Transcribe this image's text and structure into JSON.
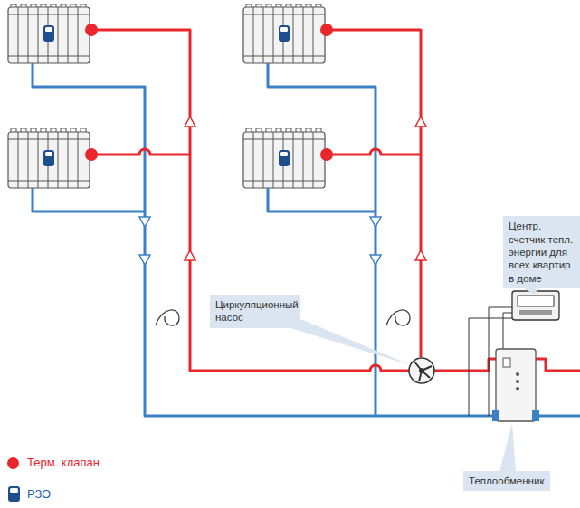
{
  "diagram": {
    "nodes": [
      {
        "text": [
          "Центр. счетчик тепл. энергии для всех квартир в доме"
        ]
      },
      {
        "text": [
          "Циркуляционный насос"
        ]
      },
      {
        "text": [
          "Теплообменник"
        ]
      }
    ],
    "legend": [
      {
        "text": "Терм. клапан",
        "color": "#e8262b"
      },
      {
        "text": "РЗО"
      }
    ]
  }
}
